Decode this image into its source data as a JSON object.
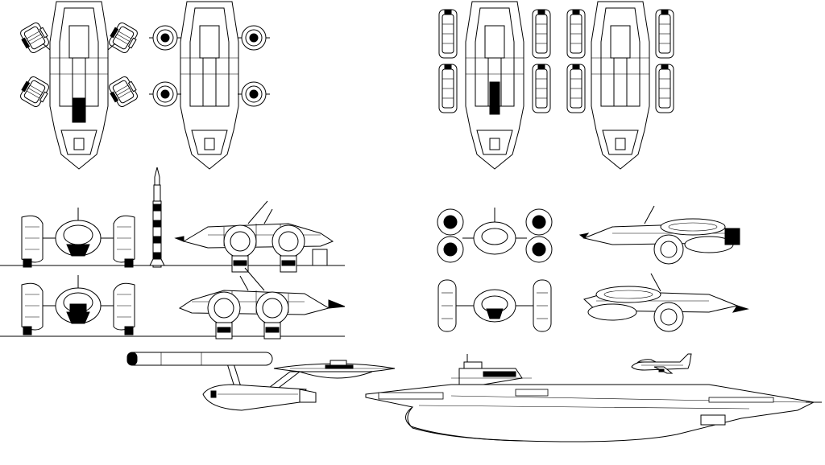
{
  "sheet": {
    "background": "#ffffff",
    "ink": "#000000"
  },
  "panels": [
    {
      "name": "craft-4pod-top-view"
    },
    {
      "name": "craft-4pod-bottom-view"
    },
    {
      "name": "craft-6pod-top-view"
    },
    {
      "name": "craft-6pod-bottom-view"
    },
    {
      "name": "craft-4pod-front-view"
    },
    {
      "name": "saturn-v-rocket"
    },
    {
      "name": "craft-4pod-side-view"
    },
    {
      "name": "craft-4pod-rear-view"
    },
    {
      "name": "craft-4pod-side-view-reverse"
    },
    {
      "name": "craft-6pod-front-view"
    },
    {
      "name": "craft-6pod-side-view"
    },
    {
      "name": "craft-6pod-rear-view"
    },
    {
      "name": "craft-6pod-side-view-reverse"
    },
    {
      "name": "starship-enterprise-side-view"
    },
    {
      "name": "carrier-ship-side-view"
    },
    {
      "name": "jumbo-jet-airliner"
    }
  ]
}
